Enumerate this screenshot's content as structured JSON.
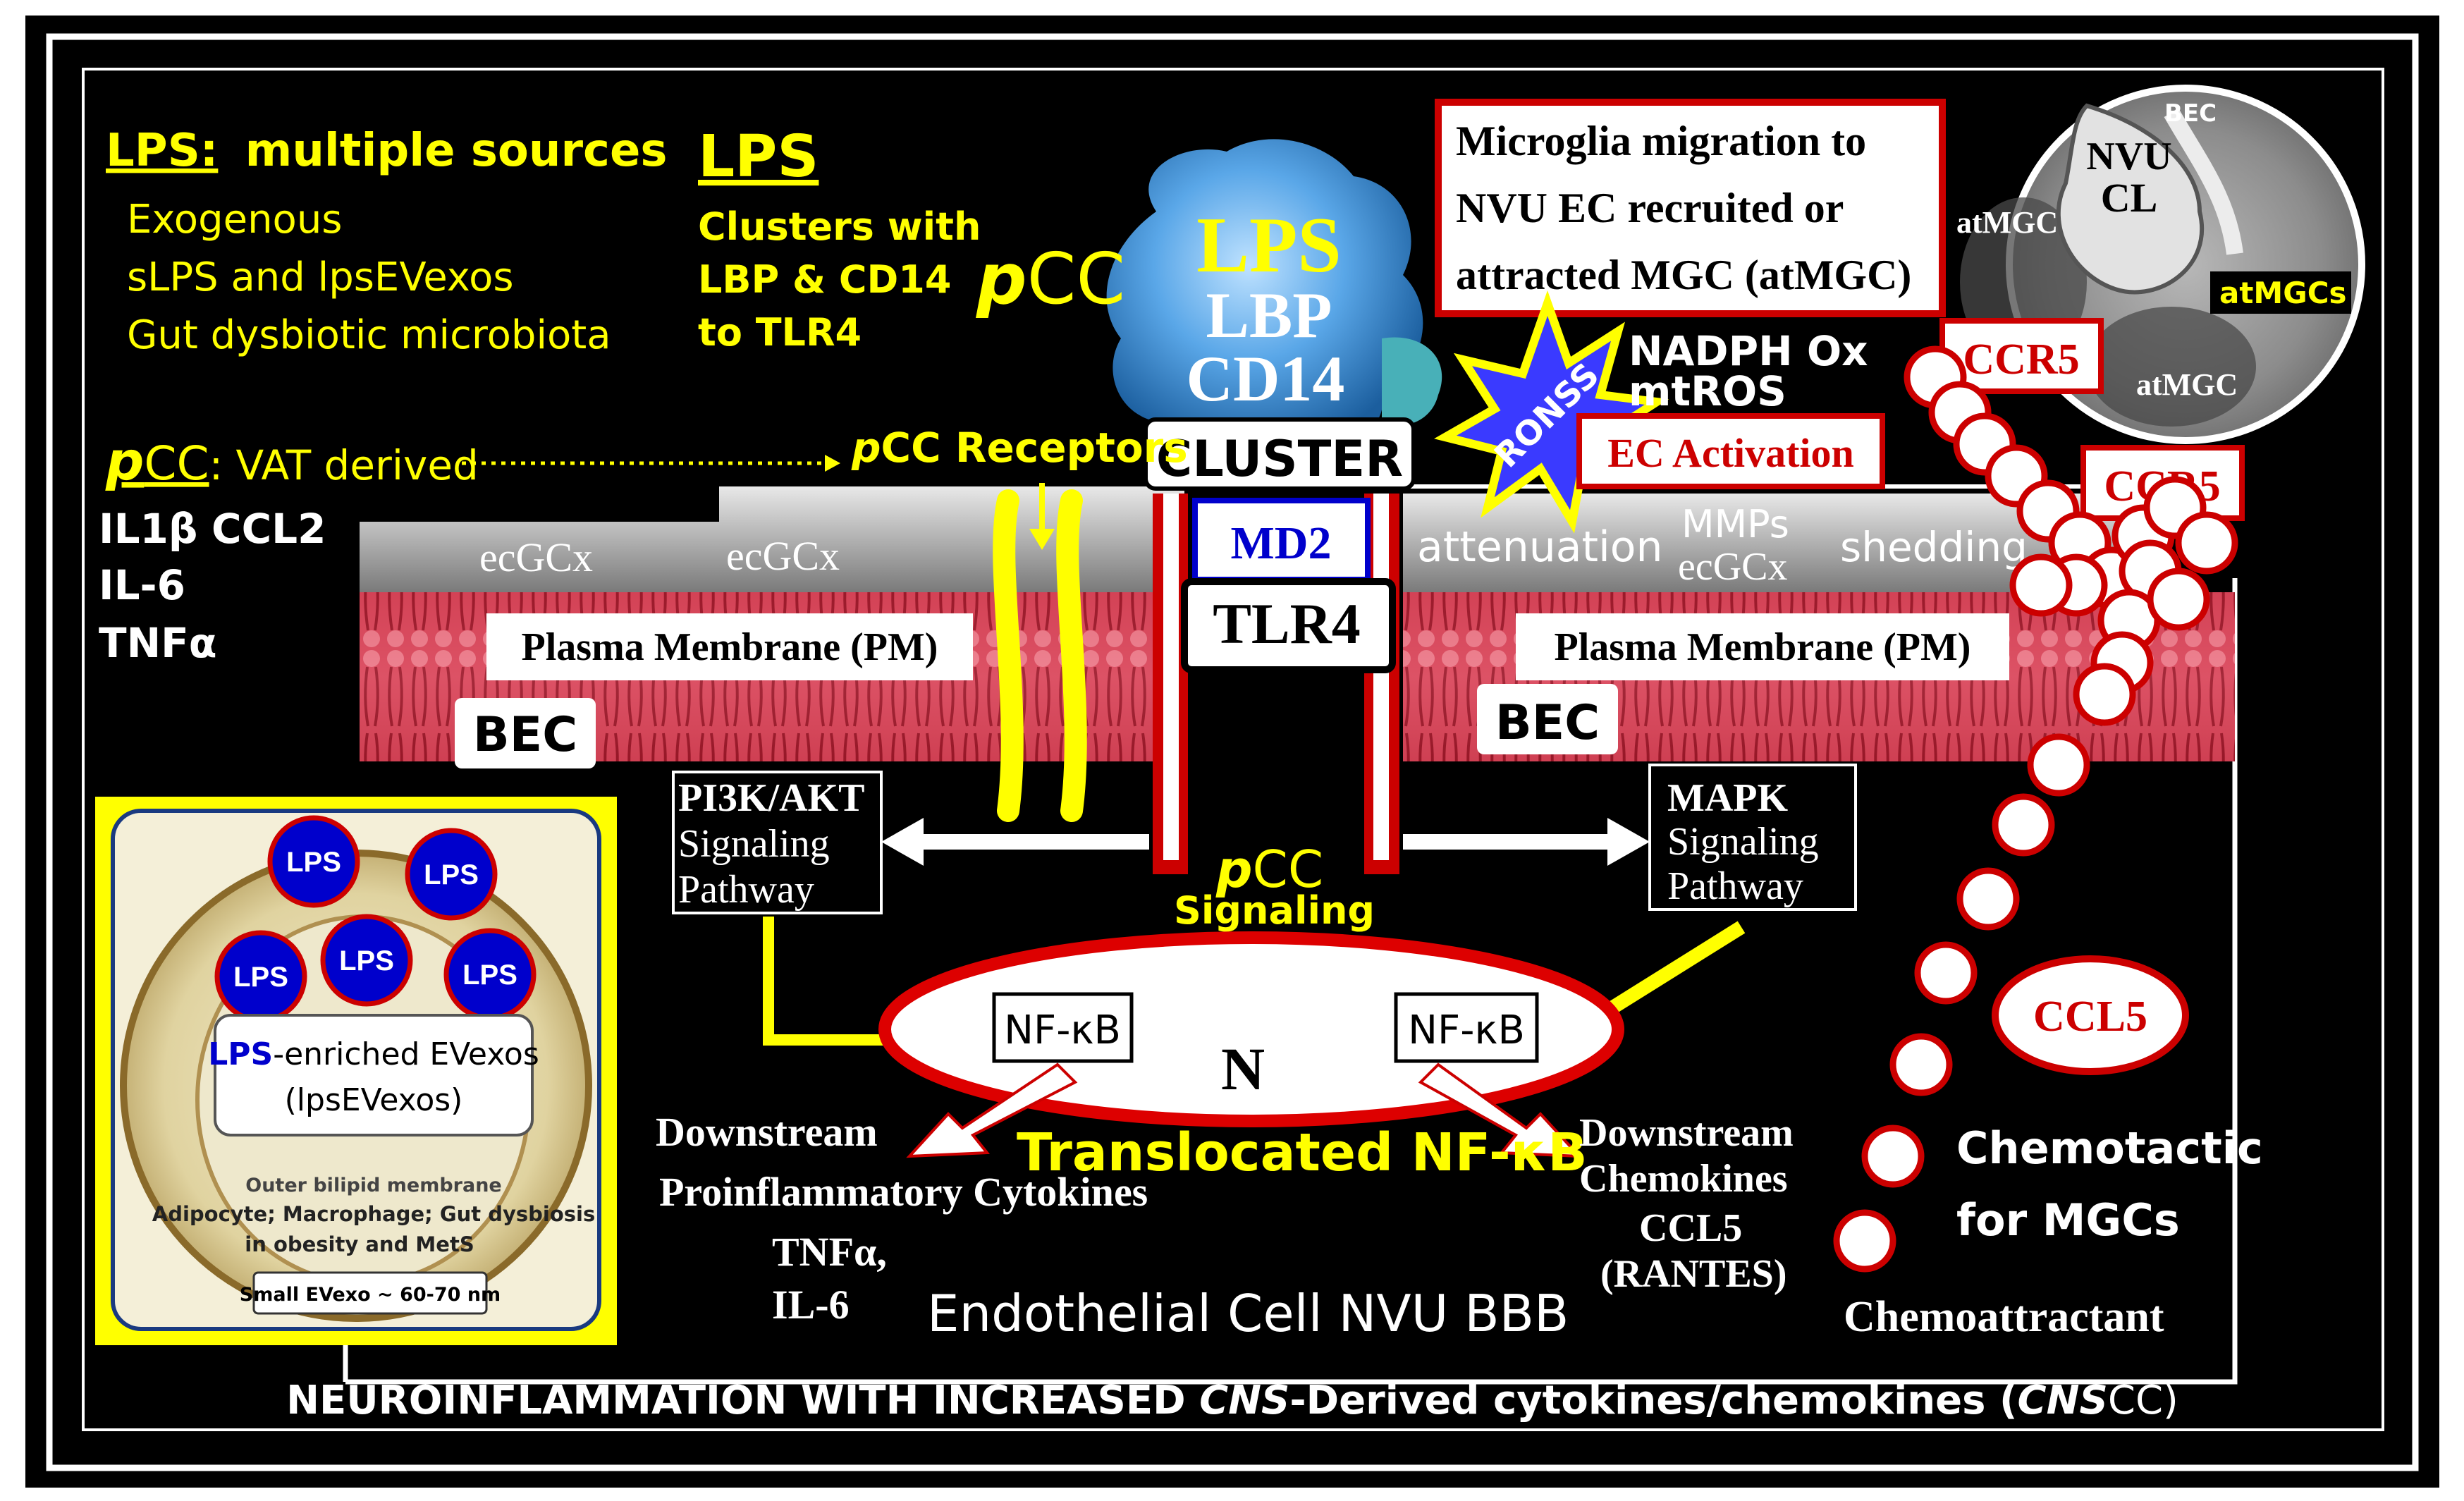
{
  "lps_sources": {
    "title": "LPS:",
    "title_rest": "multiple sources",
    "items": [
      "Exogenous",
      "sLPS and lpsEVexos",
      "Gut dysbiotic microbiota"
    ]
  },
  "lps_cluster_note": {
    "title": "LPS",
    "lines": [
      "Clusters with",
      "LBP & CD14",
      "to TLR4"
    ]
  },
  "pcc_label": {
    "p": "p",
    "cc": "CC"
  },
  "pcc_vat": {
    "p": "p",
    "cc": "CC",
    "rest": ": VAT derived",
    "items": [
      "IL1β",
      "CCL2",
      "IL-6",
      "TNFα"
    ]
  },
  "pcc_receptors": {
    "p": "p",
    "text": "CC Receptors"
  },
  "complex": {
    "lines": [
      "LPS",
      "LBP",
      "CD14"
    ],
    "cluster": "CLUSTER",
    "md2": "MD2",
    "tlr4": "TLR4"
  },
  "microglia_box": {
    "lines": [
      "Microglia migration to",
      "NVU EC recruited or",
      "attracted MGC (atMGC)"
    ]
  },
  "ronss": "RONSS",
  "nadph": [
    "NADPH Ox",
    "mtROS"
  ],
  "ec_activation": "EC Activation",
  "glycocalyx": {
    "left": [
      "ecGCx",
      "ecGCx"
    ],
    "attenuation": "attenuation",
    "mmps": [
      "MMPs",
      "ecGCx"
    ],
    "shedding": "shedding"
  },
  "membrane": {
    "left": "Plasma Membrane (PM)",
    "right": "Plasma Membrane (PM)",
    "bec_left": "BEC",
    "bec_right": "BEC"
  },
  "pathways": {
    "pi3k": [
      "PI3K/AKT",
      "Signaling",
      "Pathway"
    ],
    "mapk": [
      "MAPK",
      "Signaling",
      "Pathway"
    ]
  },
  "pcc_signaling": {
    "p": "p",
    "cc": "CC",
    "signaling": "Signaling"
  },
  "nucleus": {
    "nfkb_left": "NF-κB",
    "nfkb_right": "NF-κB",
    "n": "N",
    "translocated": "Translocated NF-κB"
  },
  "downstream_left": {
    "lines": [
      "Downstream",
      "Proinflammatory Cytokines"
    ],
    "cytokines": [
      "TNFα,",
      "IL-6"
    ]
  },
  "downstream_right": {
    "lines": [
      "Downstream",
      "Chemokines",
      "CCL5",
      "(RANTES)"
    ]
  },
  "ec_title": "Endothelial Cell NVU BBB",
  "bottom_banner": {
    "a": "NEUROINFLAMMATION WITH INCREASED ",
    "b": "CNS",
    "c": "-Derived cytokines/chemokines (",
    "d": "CNS",
    "e": "CC)"
  },
  "micrograph": {
    "bec": "BEC",
    "nvu": "NVU",
    "cl": "CL",
    "atmgc1": "atMGC",
    "atmgcs": "atMGCs",
    "atmgc2": "atMGC"
  },
  "ccr5": [
    "CCR5",
    "CCR5"
  ],
  "ccl5": "CCL5",
  "chemotactic": [
    "Chemotactic",
    "for MGCs"
  ],
  "chemoattractant": "Chemoattractant",
  "evexo": {
    "lps_badges": [
      "LPS",
      "LPS",
      "LPS",
      "LPS",
      "LPS"
    ],
    "label_lps": "LPS",
    "label_rest": "-enriched EVexos",
    "label_2": "(lpsEVexos)",
    "notes": [
      "Outer bilipid membrane",
      "Adipocyte; Macrophage; Gut dysbiosis",
      "in obesity and MetS"
    ],
    "size": "Small EVexo ~ 60-70 nm"
  },
  "colors": {
    "yellow": "#ffff00",
    "red": "#cc0000",
    "navy": "#0000cc",
    "black": "#000000",
    "white": "#ffffff"
  }
}
